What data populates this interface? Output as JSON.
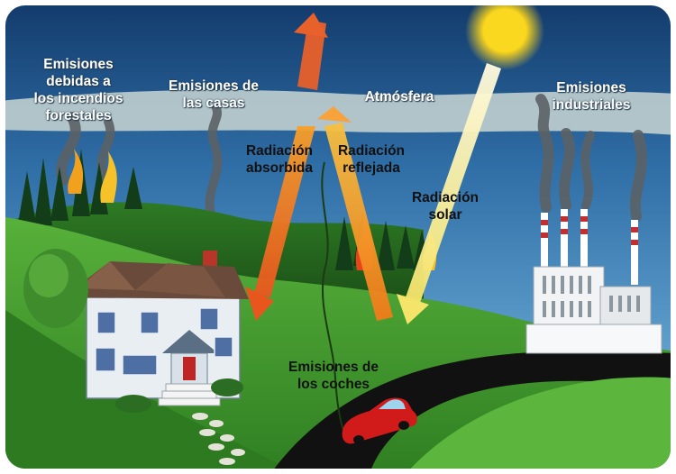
{
  "labels": {
    "wildfire_emissions": "Emisiones\ndebidas a\nlos incendios\nforestales",
    "house_emissions": "Emisiones de\nlas casas",
    "atmosphere": "Atmósfera",
    "industrial_emissions": "Emisiones\nindustriales",
    "absorbed_radiation": "Radiación\nabsorbida",
    "reflected_radiation": "Radiación\nreflejada",
    "solar_radiation": "Radiación\nsolar",
    "car_emissions": "Emisiones de\nlos coches"
  },
  "colors": {
    "sky_top": "#1c4f86",
    "sky_mid": "#5fa6d3",
    "atmosphere_band": "#c9d6d2",
    "hill_green": "#3f9a2b",
    "hill_dark": "#1f5c19",
    "road": "#111111",
    "sun": "#f7d21d",
    "arrow_orange": "#f08020",
    "arrow_red": "#e05020",
    "solar_ray": "#fff6b0",
    "smoke": "#5b6266",
    "car_red": "#d11a1a",
    "house_wall": "#e9eef3",
    "factory_wall": "#f2f3f4"
  },
  "icons": [
    "sun-icon",
    "house-icon",
    "factory-icon",
    "car-icon",
    "fire-icon",
    "tree-icon",
    "smoke-icon"
  ]
}
